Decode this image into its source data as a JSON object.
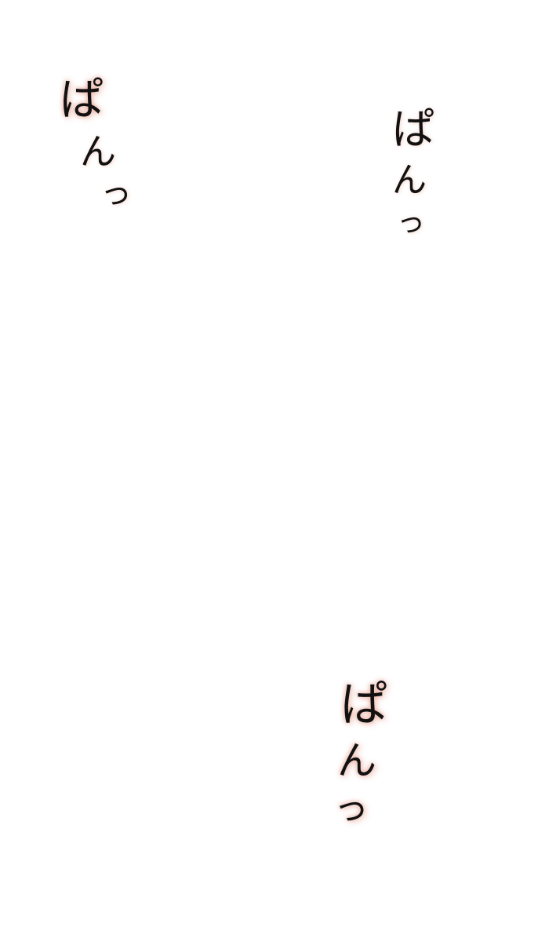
{
  "sound_effects": [
    {
      "chars": [
        "ぱ",
        "ん",
        "っ"
      ]
    },
    {
      "chars": [
        "ぱ",
        "ん",
        "っ"
      ]
    },
    {
      "chars": [
        "ぱ",
        "ん",
        "っ"
      ]
    }
  ],
  "colors": {
    "background": "#ffffff",
    "ink": "#111111",
    "blush": "#e6967f"
  }
}
